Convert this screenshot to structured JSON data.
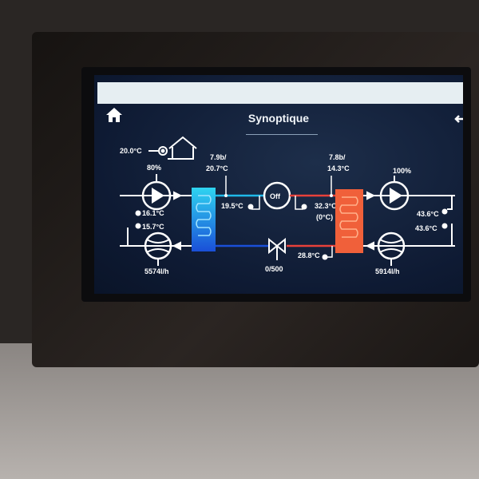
{
  "header": {
    "title": "Synoptique",
    "home_icon": "home-icon",
    "back_icon": "back-arrow-icon"
  },
  "colors": {
    "cold_loop": "#1fb8e8",
    "cold_exchanger": "#1a7bd6",
    "hot_loop": "#e8413a",
    "hot_exchanger": "#f0603a",
    "lines": "#ffffff"
  },
  "left": {
    "room_temp": "20.0°C",
    "pump_speed": "80%",
    "sensor_out": "16.1°C",
    "sensor_in": "15.7°C",
    "flow": "5574l/h"
  },
  "evaporator": {
    "pressure": "7.9b/",
    "temp": "20.7°C",
    "suction_temp": "19.5°C"
  },
  "compressor": {
    "status": "Off"
  },
  "condenser": {
    "pressure": "7.8b/",
    "temp": "14.3°C",
    "discharge_temp": "32.3°C",
    "superheat": "(0°C)",
    "liquid_temp": "28.8°C"
  },
  "valve": {
    "position": "0/500"
  },
  "right": {
    "pump_speed": "100%",
    "sensor_out": "43.6°C",
    "sensor_in": "43.6°C",
    "flow": "5914l/h"
  }
}
